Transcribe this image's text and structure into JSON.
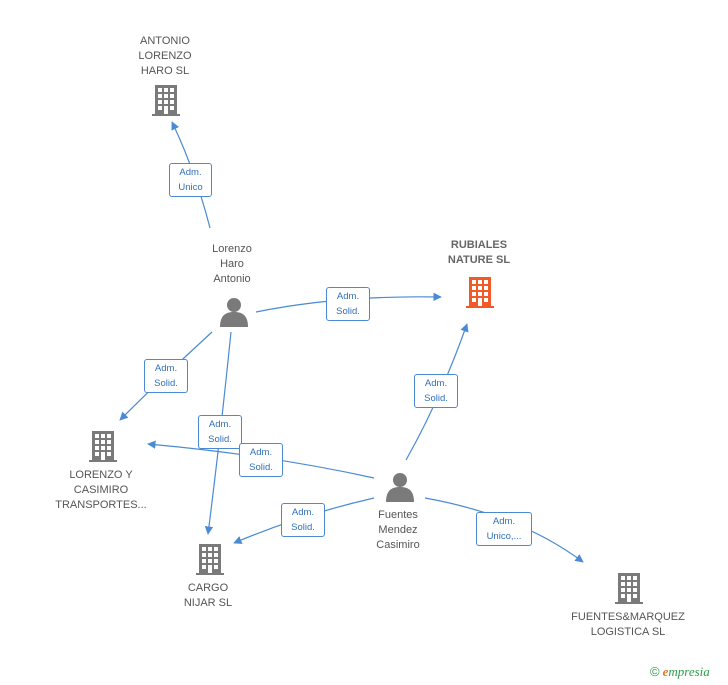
{
  "colors": {
    "edge": "#4a8ad4",
    "company": "#7a7a7a",
    "company_highlight": "#f05a28",
    "person": "#7a7a7a"
  },
  "nodes": {
    "antonio_lorenzo": {
      "label": "ANTONIO\nLORENZO\nHARO SL",
      "icon": "building-icon"
    },
    "rubiales": {
      "label": "RUBIALES\nNATURE  SL",
      "icon": "building-icon"
    },
    "lorenzo_person": {
      "label": "Lorenzo\nHaro\nAntonio",
      "icon": "person-icon"
    },
    "lorenzo_casimiro": {
      "label": "LORENZO Y\nCASIMIRO\nTRANSPORTES...",
      "icon": "building-icon"
    },
    "fuentes_person": {
      "label": "Fuentes\nMendez\nCasimiro",
      "icon": "person-icon"
    },
    "cargo": {
      "label": "CARGO\nNIJAR SL",
      "icon": "building-icon"
    },
    "fuentes_marquez": {
      "label": "FUENTES&MARQUEZ\nLOGISTICA  SL",
      "icon": "building-icon"
    }
  },
  "edges": [
    {
      "label": "Adm.\nUnico"
    },
    {
      "label": "Adm.\nSolid."
    },
    {
      "label": "Adm.\nSolid."
    },
    {
      "label": "Adm.\nSolid."
    },
    {
      "label": "Adm.\nSolid."
    },
    {
      "label": "Adm.\nSolid."
    },
    {
      "label": "Adm.\nSolid."
    },
    {
      "label": "Adm.\nUnico,..."
    }
  ],
  "brand": {
    "copyright": "©",
    "initial": "e",
    "name": "mpresia"
  }
}
